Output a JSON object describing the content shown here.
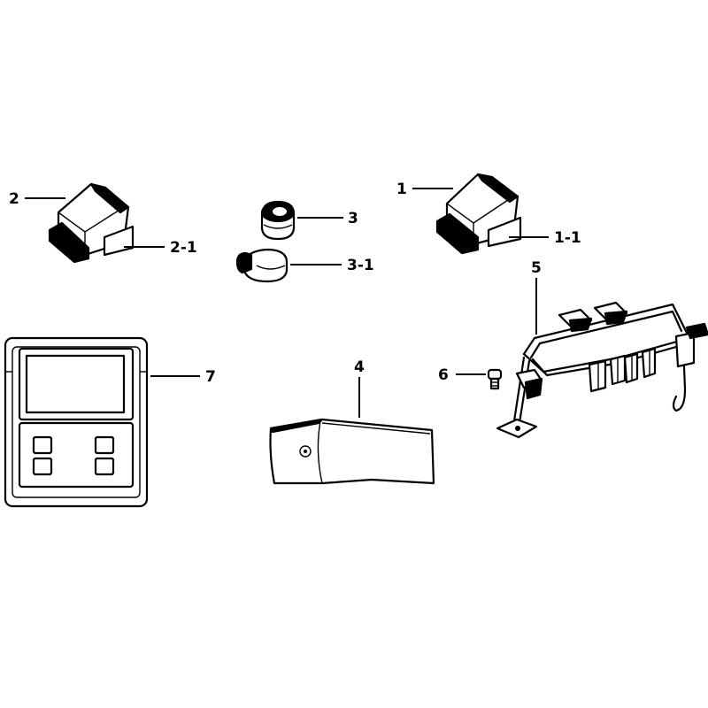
{
  "callouts": {
    "part_1": "1",
    "part_1_1": "1-1",
    "part_2": "2",
    "part_2_1": "2-1",
    "part_3": "3",
    "part_3_1": "3-1",
    "part_4": "4",
    "part_5": "5",
    "part_6": "6",
    "part_7": "7"
  },
  "colors": {
    "ink": "#000000",
    "paper": "#ffffff"
  }
}
